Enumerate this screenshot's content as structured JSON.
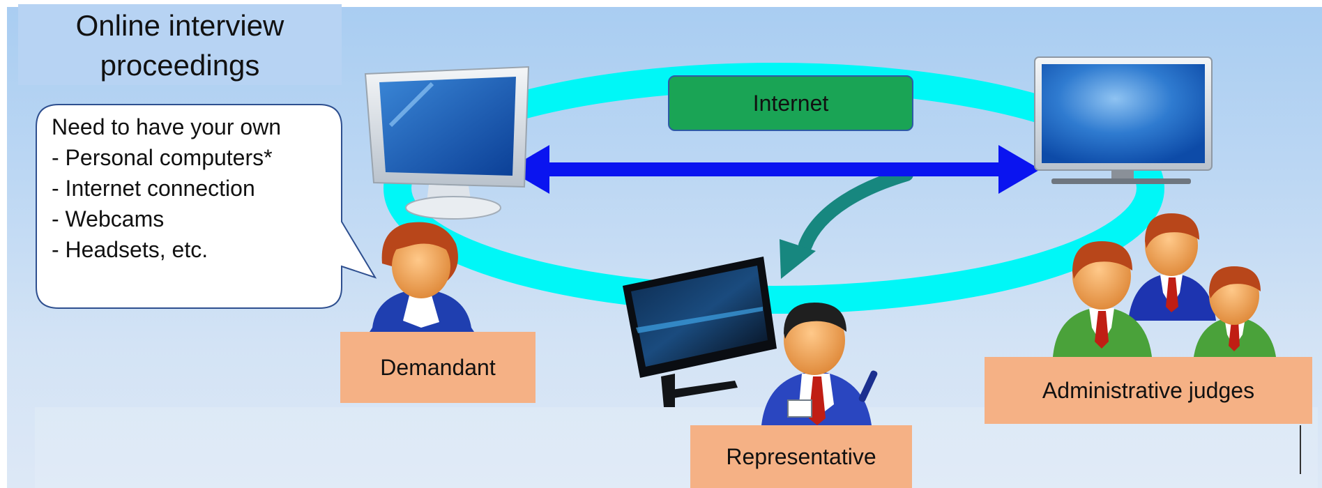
{
  "diagram": {
    "title": "Online interview proceedings",
    "callout": {
      "text": "Need to have your own\n- Personal computers*\n- Internet connection\n- Webcams\n- Headsets, etc."
    },
    "network": {
      "label": "Internet"
    },
    "participants": {
      "demandant": "Demandant",
      "representative": "Representative",
      "judges": "Administrative judges"
    },
    "colors": {
      "ring": "#00f7f7",
      "internet_box": "#1aa455",
      "arrow_main": "#0a14f0",
      "arrow_curved": "#17877f",
      "label_fill": "#f5b185",
      "background_top": "#a9cdf2",
      "background_bottom": "#dde8f6"
    },
    "icons": [
      "monitor-icon",
      "person-icon",
      "double-arrow-icon",
      "curved-arrow-icon"
    ]
  }
}
